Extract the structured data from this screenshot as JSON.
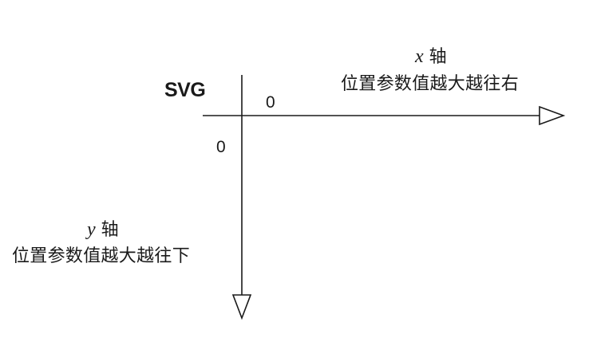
{
  "diagram": {
    "svg_label": "SVG",
    "origin_x_label": "0",
    "origin_y_label": "0",
    "x_axis": {
      "variable": "x",
      "name": "轴",
      "description": "位置参数值越大越往右"
    },
    "y_axis": {
      "variable": "y",
      "name": "轴",
      "description": "位置参数值越大越往下"
    },
    "colors": {
      "stroke": "#1a1a1a",
      "background": "#ffffff"
    }
  }
}
